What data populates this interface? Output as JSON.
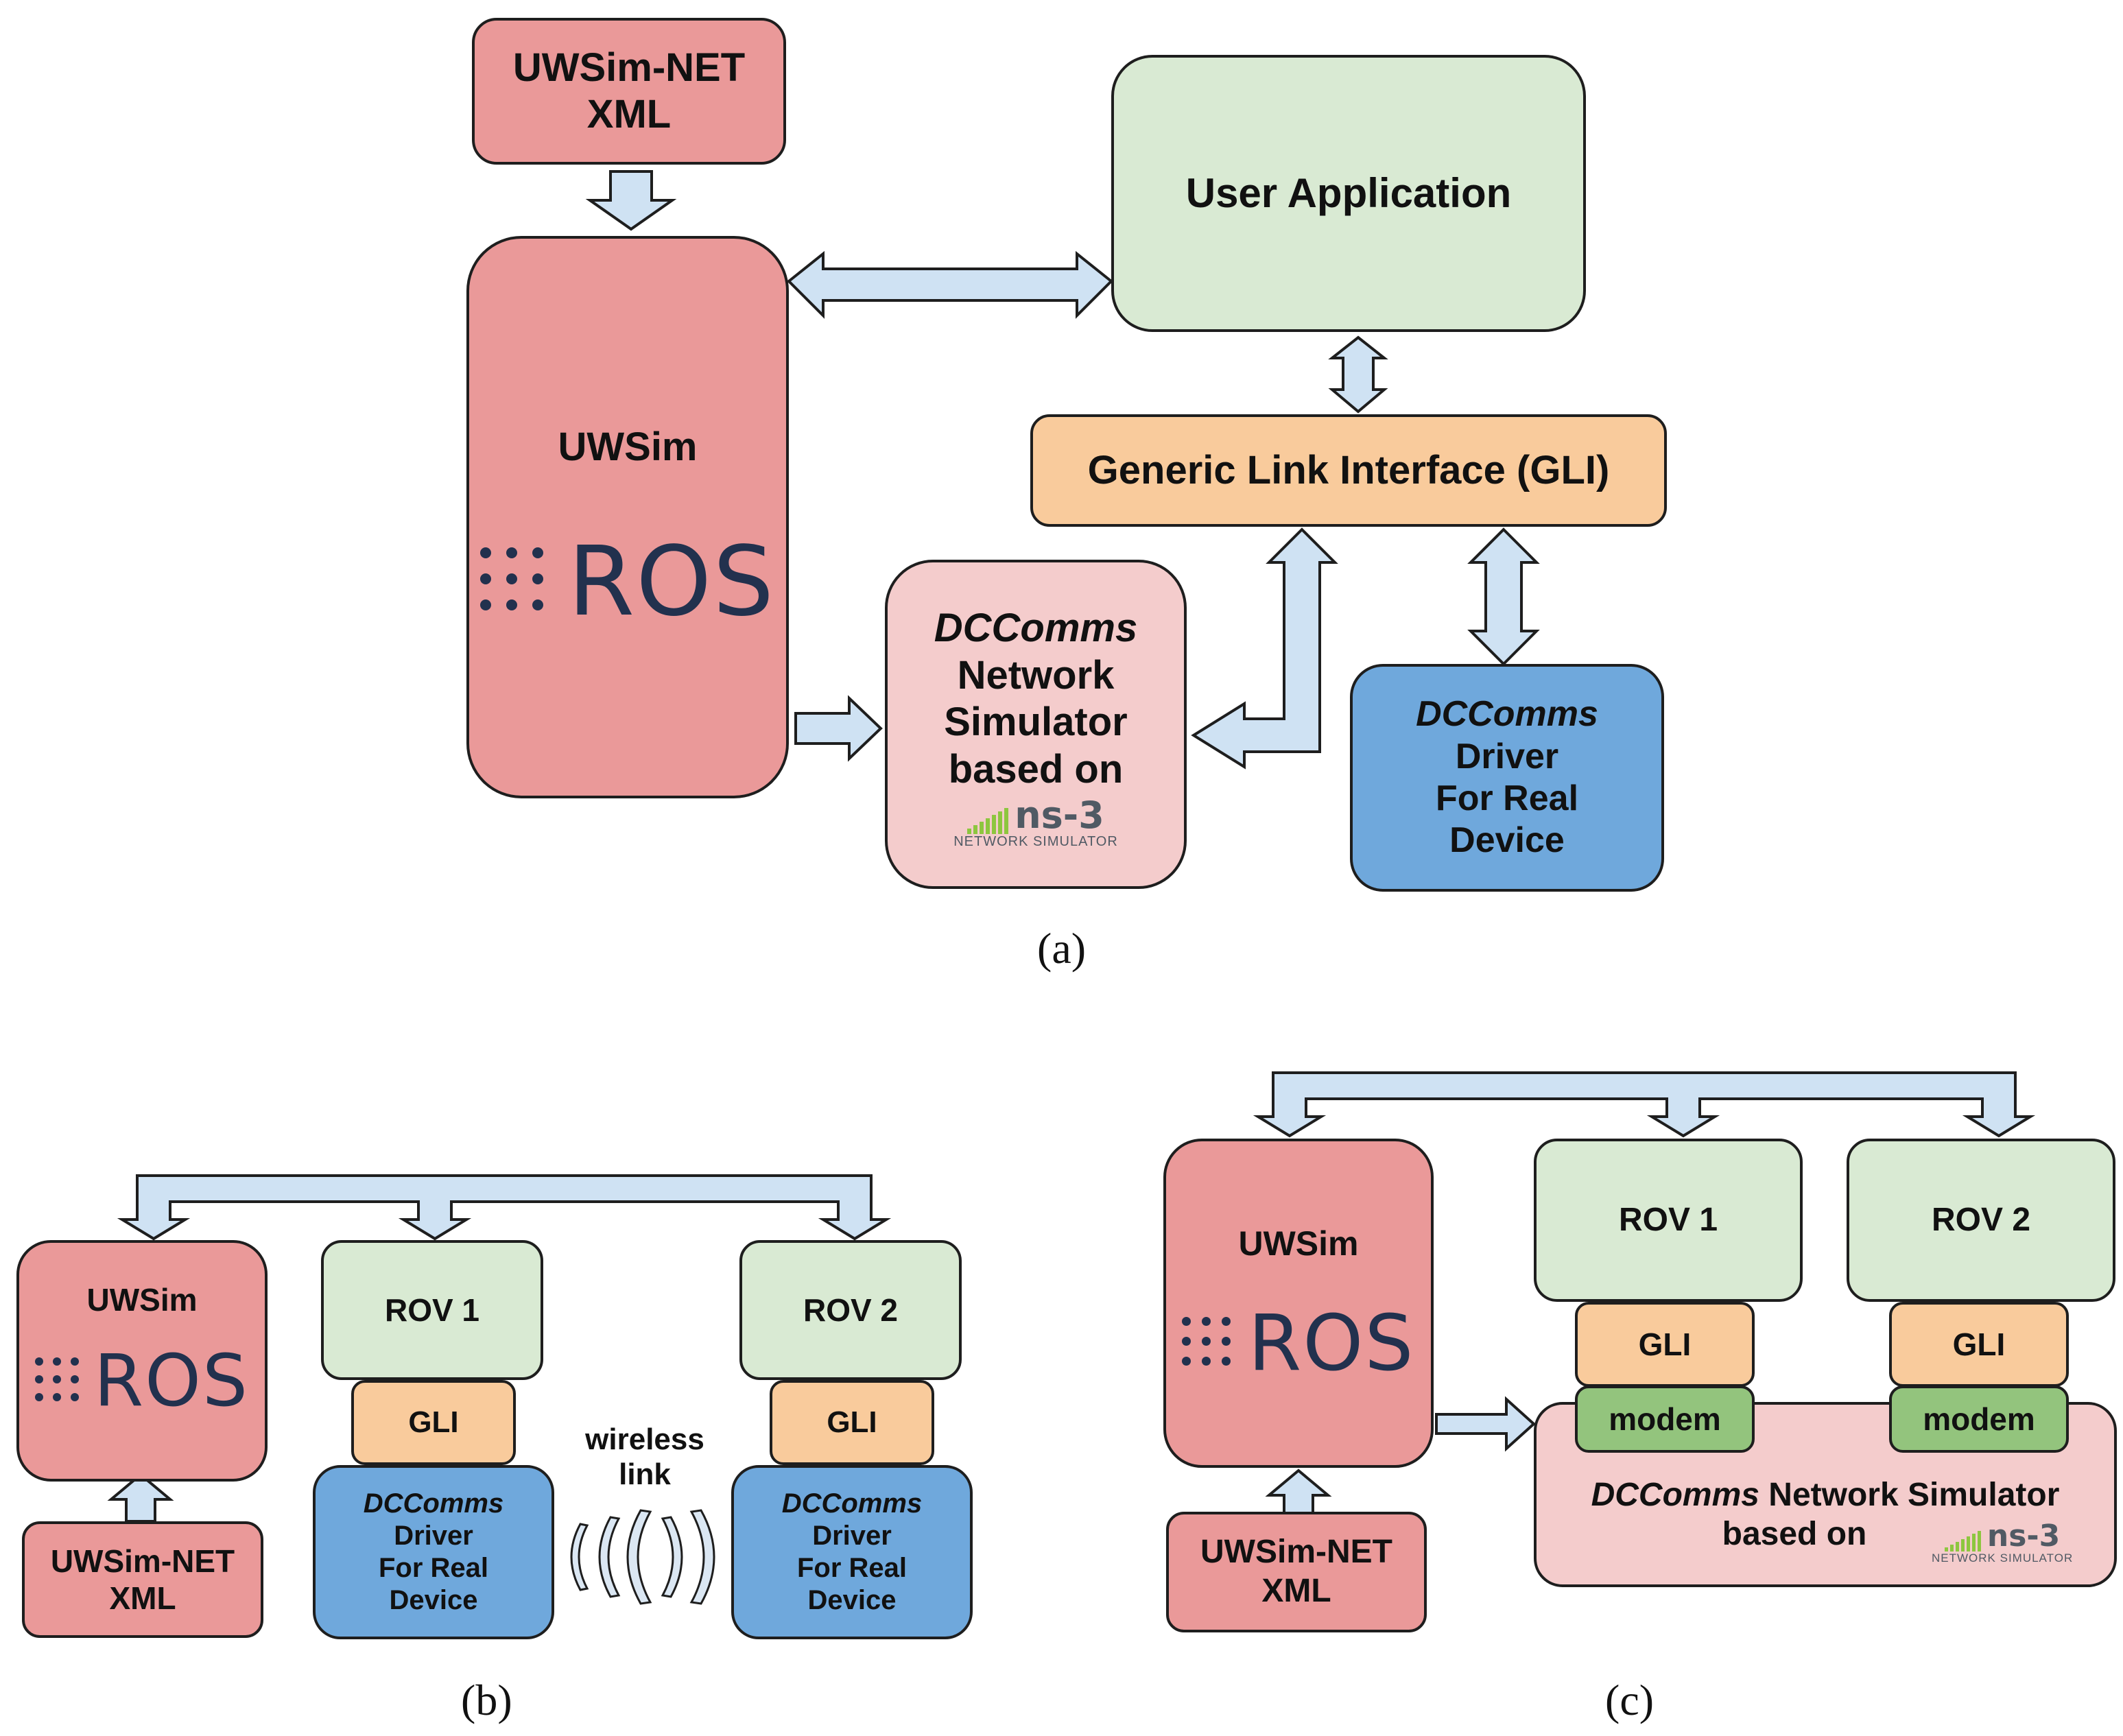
{
  "panel_a": {
    "caption": "(a)",
    "uwsim_net_xml": [
      "UWSim-NET",
      "XML"
    ],
    "uwsim": "UWSim",
    "ros": "ROS",
    "user_application": "User Application",
    "gli": "Generic Link Interface (GLI)",
    "dccomms_sim": {
      "italic": "DCComms",
      "lines": [
        "Network",
        "Simulator",
        "based on"
      ]
    },
    "dccomms_driver": {
      "italic": "DCComms",
      "lines": [
        "Driver",
        "For Real",
        "Device"
      ]
    },
    "ns3": {
      "word": "ns-3",
      "sub": "NETWORK SIMULATOR"
    }
  },
  "panel_b": {
    "caption": "(b)",
    "uwsim": "UWSim",
    "ros": "ROS",
    "uwsim_net_xml": [
      "UWSim-NET",
      "XML"
    ],
    "rov1": "ROV 1",
    "rov2": "ROV 2",
    "gli": "GLI",
    "dccomms_driver": {
      "italic": "DCComms",
      "lines": [
        "Driver",
        "For Real",
        "Device"
      ]
    },
    "wireless_link": [
      "wireless",
      "link"
    ]
  },
  "panel_c": {
    "caption": "(c)",
    "uwsim": "UWSim",
    "ros": "ROS",
    "uwsim_net_xml": [
      "UWSim-NET",
      "XML"
    ],
    "rov1": "ROV 1",
    "rov2": "ROV 2",
    "gli": "GLI",
    "modem": "modem",
    "dccomms_sim": {
      "italic": "DCComms",
      "line1_rest": " Network Simulator",
      "line2": "based on"
    },
    "ns3": {
      "word": "ns-3",
      "sub": "NETWORK SIMULATOR"
    }
  },
  "colors": {
    "red": "#ea9999",
    "green": "#d9ead3",
    "orange": "#f9cb9c",
    "pink": "#f4cccc",
    "blue": "#6fa8dc",
    "modem_green": "#93c47d",
    "arrow_fill": "#cfe2f3",
    "stroke": "#1e1e1e",
    "ros_logo": "#22314e",
    "ns3_bars": "#8dc63f"
  }
}
